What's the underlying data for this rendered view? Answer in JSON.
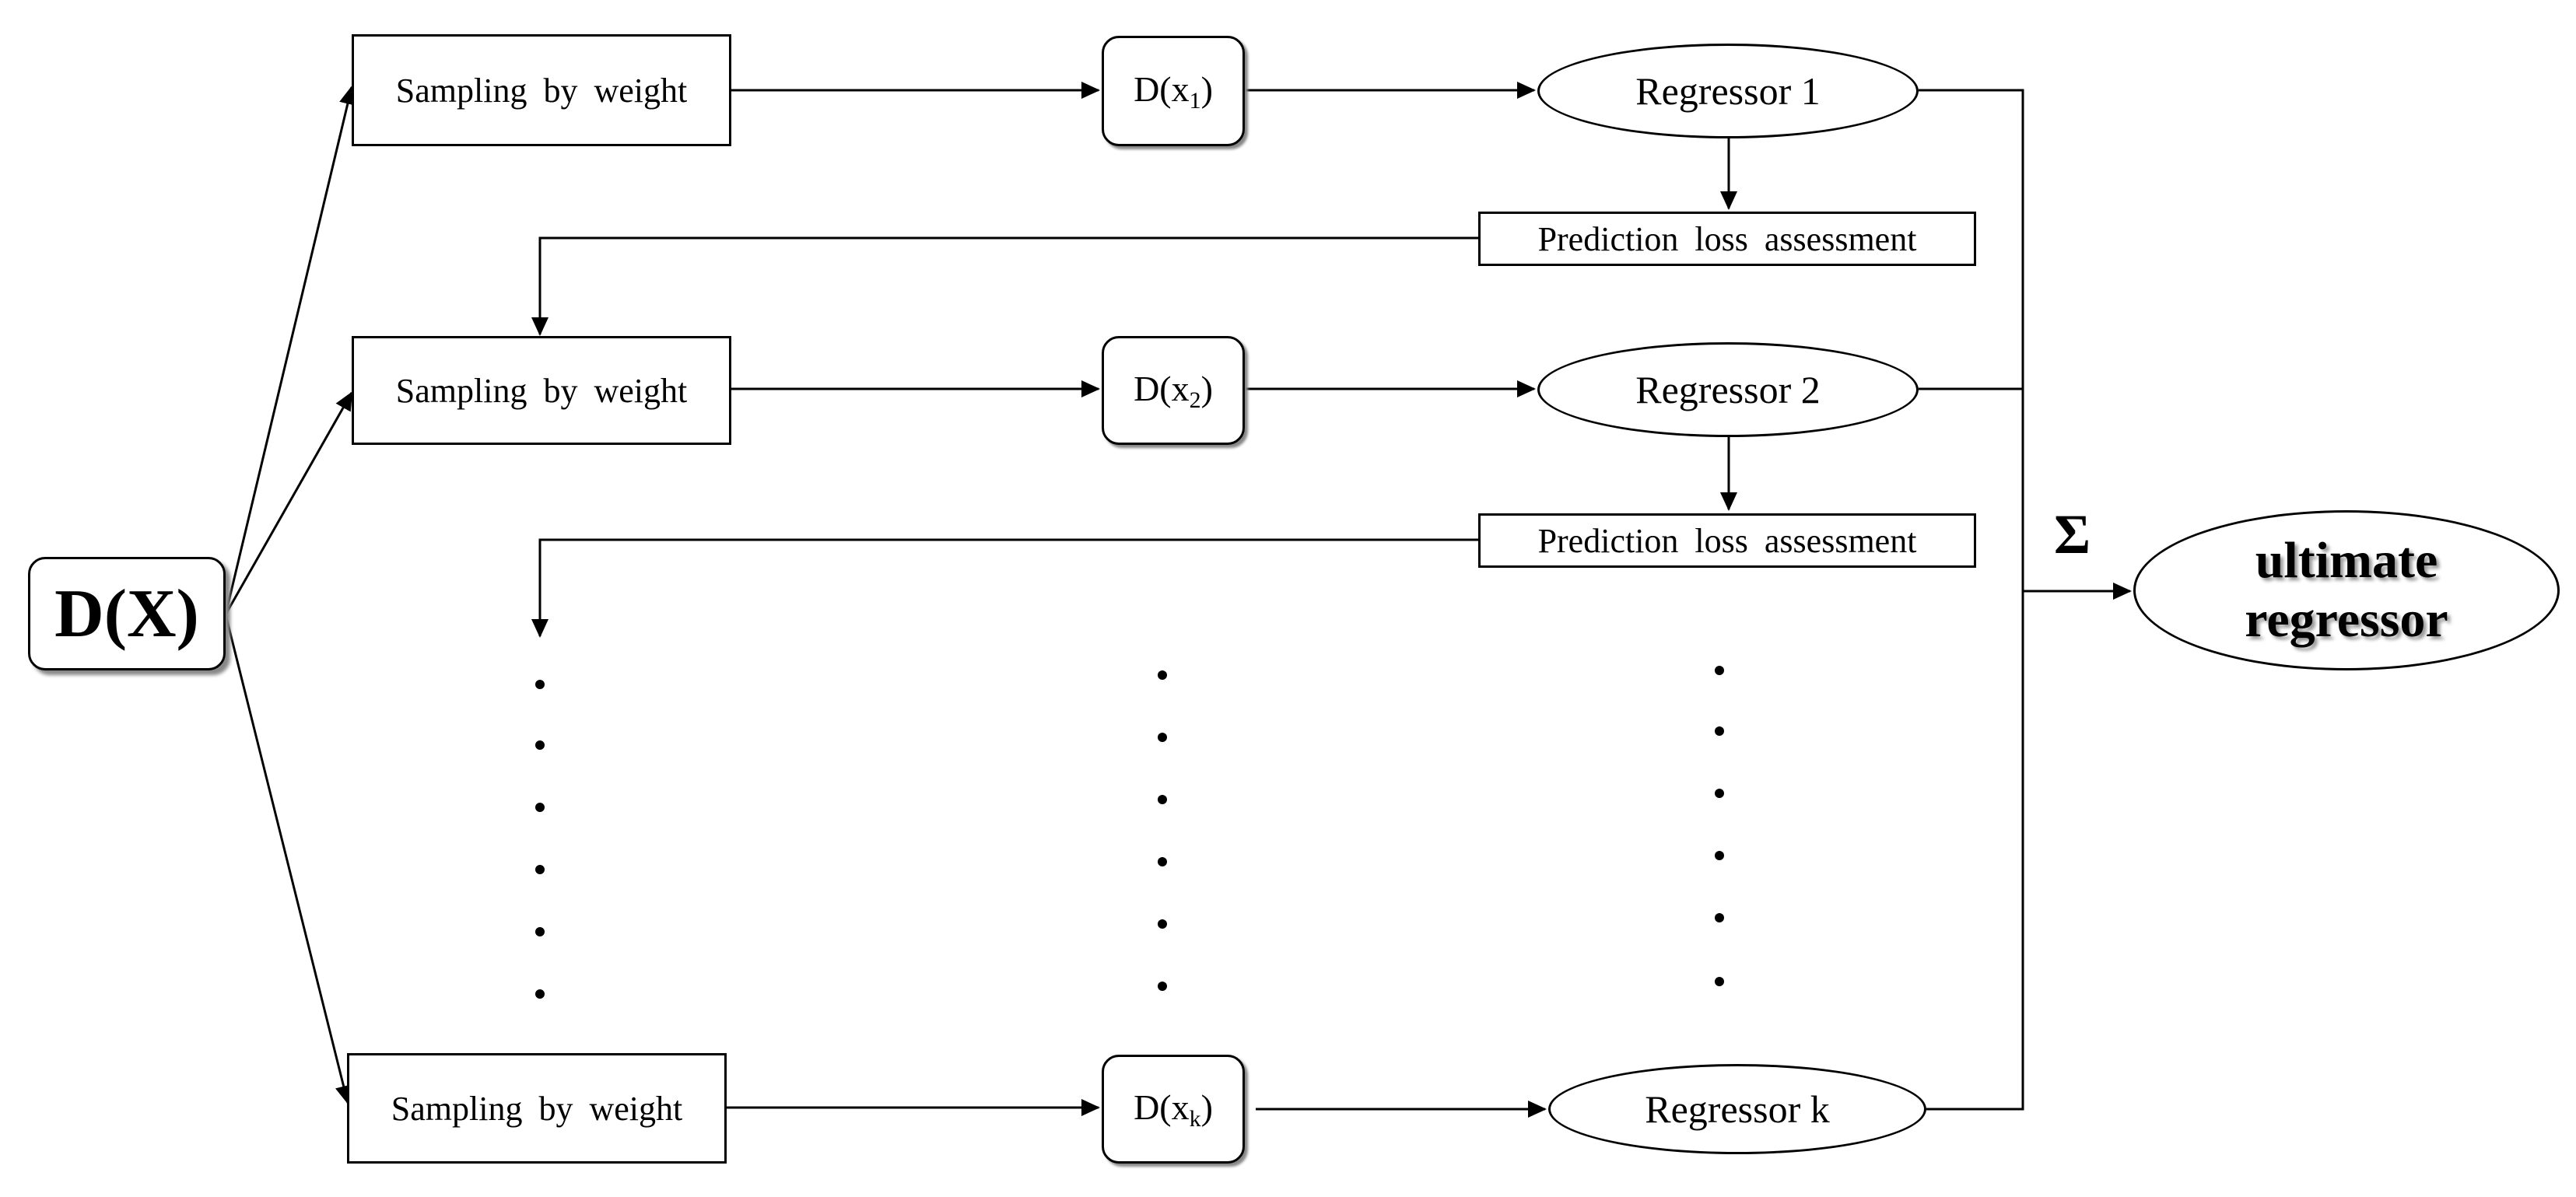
{
  "root": {
    "label": "D(X)"
  },
  "rows": [
    {
      "sampling_label": "Sampling  by weight",
      "subset_prefix": "D(x",
      "subset_sub": "1",
      "subset_suffix": ")",
      "regressor_label": "Regressor 1"
    },
    {
      "sampling_label": "Sampling  by weight",
      "subset_prefix": "D(x",
      "subset_sub": "2",
      "subset_suffix": ")",
      "regressor_label": "Regressor 2"
    },
    {
      "sampling_label": "Sampling  by weight",
      "subset_prefix": "D(x",
      "subset_sub": "k",
      "subset_suffix": ")",
      "regressor_label": "Regressor k"
    }
  ],
  "loss_assessments": [
    {
      "label": "Prediction  loss  assessment"
    },
    {
      "label": "Prediction  loss  assessment"
    }
  ],
  "aggregation_symbol": "Σ",
  "output": {
    "line1": "ultimate",
    "line2": "regressor"
  }
}
